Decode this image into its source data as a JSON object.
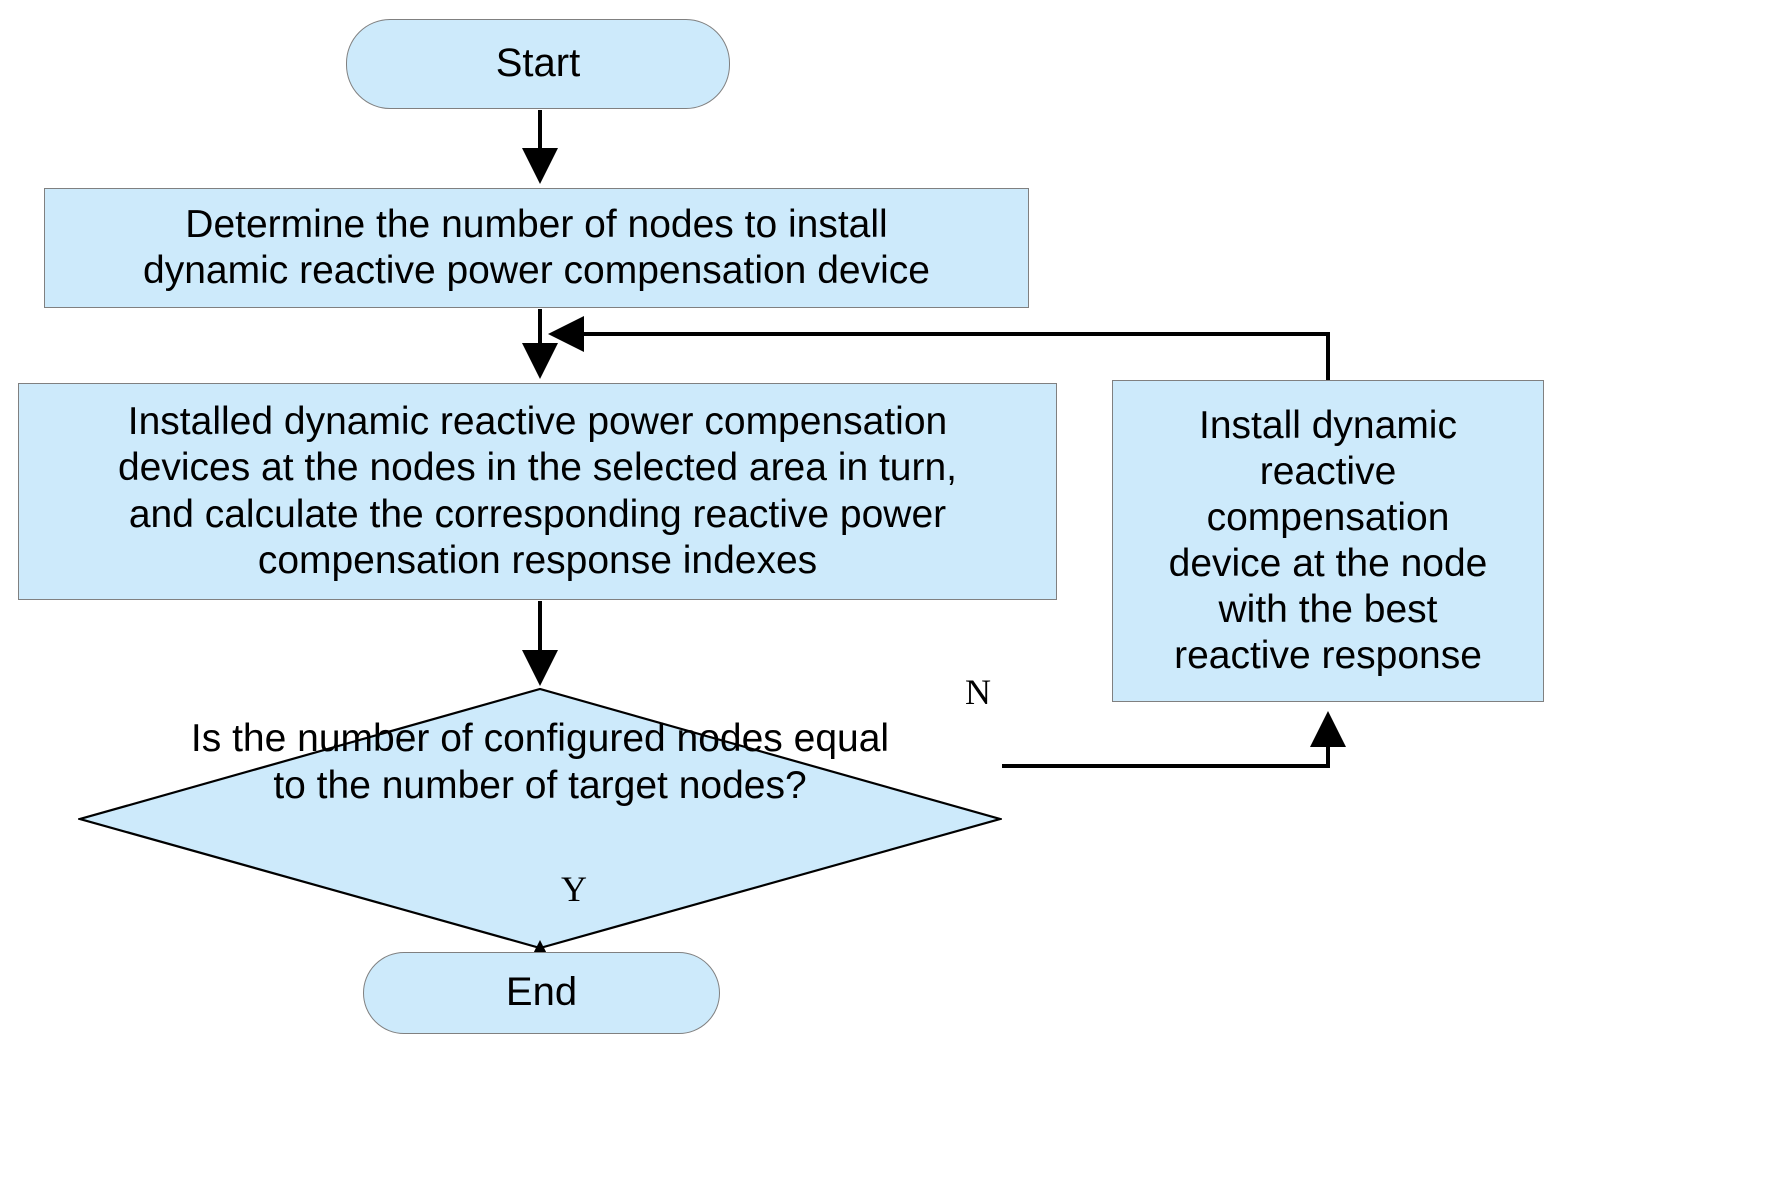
{
  "diagram": {
    "title": "Dynamic reactive power compensation device configuration flowchart",
    "background_color": "#ffffff",
    "node_fill_color": "#cdeafb",
    "node_border_color": "#808080",
    "edge_color": "#000000",
    "nodes": {
      "start": {
        "label": "Start",
        "shape": "terminator"
      },
      "determine": {
        "label": "Determine the number of nodes to install\ndynamic reactive power compensation device",
        "shape": "process"
      },
      "installed": {
        "label": "Installed dynamic reactive power compensation\ndevices at the nodes in the selected area in turn,\nand calculate the corresponding reactive power\ncompensation response indexes",
        "shape": "process"
      },
      "install_best": {
        "label": "Install dynamic\nreactive\ncompensation\ndevice at the node\nwith the best\nreactive response",
        "shape": "process"
      },
      "decision": {
        "label": "Is the number of configured nodes equal\nto the number of target nodes?",
        "shape": "diamond"
      },
      "end": {
        "label": "End",
        "shape": "terminator"
      }
    },
    "edge_labels": {
      "no": "N",
      "yes": "Y"
    },
    "edges": [
      {
        "from": "start",
        "to": "determine",
        "label": ""
      },
      {
        "from": "determine",
        "to": "installed",
        "label": ""
      },
      {
        "from": "installed",
        "to": "decision",
        "label": ""
      },
      {
        "from": "decision",
        "to": "install_best",
        "label": "N"
      },
      {
        "from": "install_best",
        "to": "determine",
        "label": ""
      },
      {
        "from": "decision",
        "to": "end",
        "label": "Y"
      }
    ]
  }
}
